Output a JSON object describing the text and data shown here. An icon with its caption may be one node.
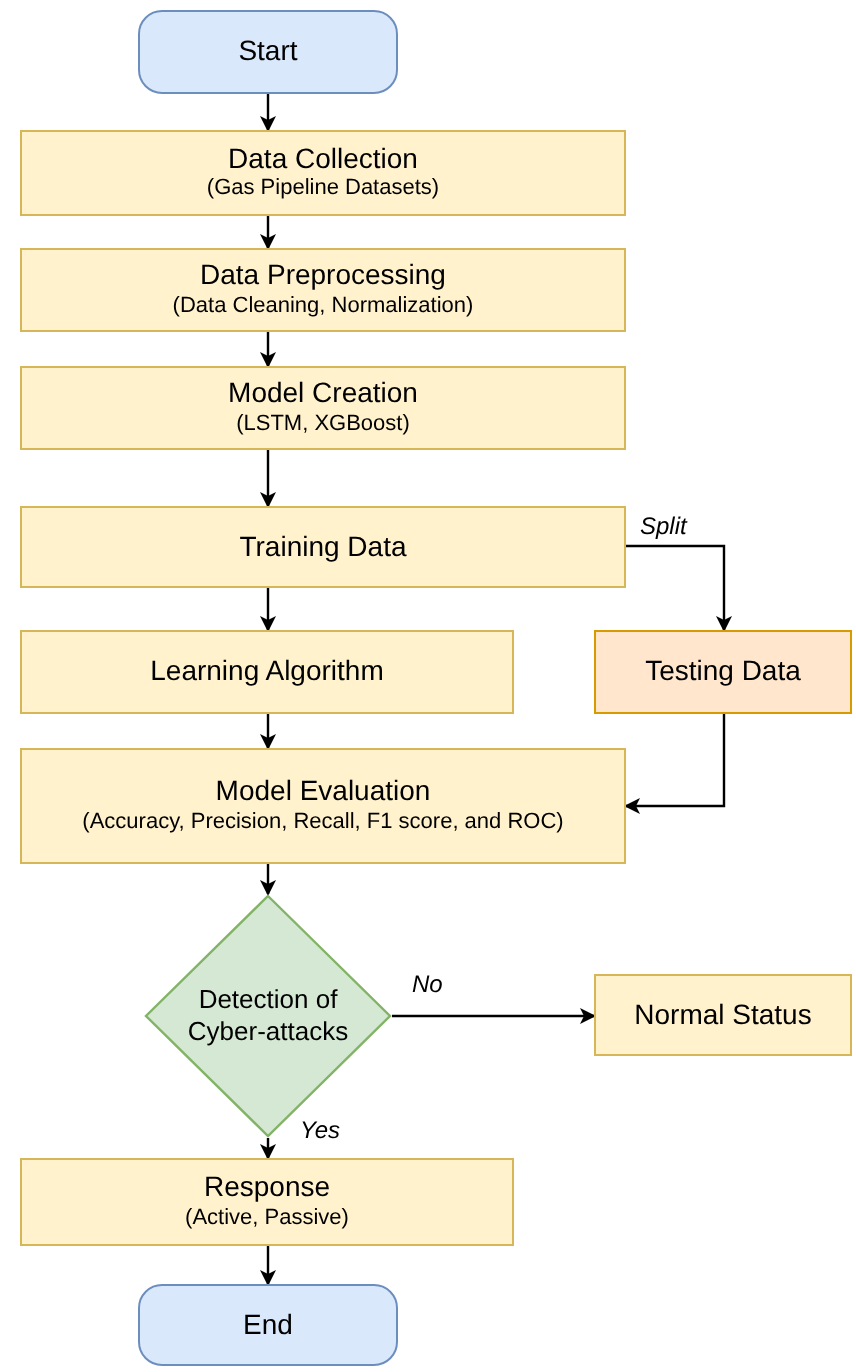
{
  "diagram": {
    "nodes": [
      {
        "text": [
          "Start"
        ]
      },
      {
        "text": [
          "Data Collection",
          "(Gas Pipeline Datasets)"
        ]
      },
      {
        "text": [
          "Data Preprocessing",
          "(Data Cleaning, Normalization)"
        ]
      },
      {
        "text": [
          "Model Creation",
          "(LSTM, XGBoost)"
        ]
      },
      {
        "text": [
          "Training Data"
        ]
      },
      {
        "text": [
          "Learning Algorithm"
        ]
      },
      {
        "text": [
          "Testing Data"
        ]
      },
      {
        "text": [
          "Model Evaluation",
          "(Accuracy, Precision, Recall, F1 score, and ROC)"
        ]
      },
      {
        "text": [
          "Detection of Cyber-attacks"
        ]
      },
      {
        "text": [
          "Normal Status"
        ]
      },
      {
        "text": [
          "Response",
          "(Active, Passive)"
        ]
      },
      {
        "text": [
          "End"
        ]
      }
    ],
    "edges": [
      {
        "from": 0,
        "to": 1,
        "arrow": "to"
      },
      {
        "from": 1,
        "to": 2,
        "arrow": "to"
      },
      {
        "from": 2,
        "to": 3,
        "arrow": "to"
      },
      {
        "from": 3,
        "to": 4,
        "arrow": "to"
      },
      {
        "from": 4,
        "to": 6,
        "arrow": "to",
        "label": "Split"
      },
      {
        "from": 4,
        "to": 5,
        "arrow": "to"
      },
      {
        "from": 5,
        "to": 7,
        "arrow": "to"
      },
      {
        "from": 6,
        "to": 7,
        "arrow": "to"
      },
      {
        "from": 7,
        "to": 8,
        "arrow": "to"
      },
      {
        "from": 8,
        "to": 9,
        "arrow": "to",
        "label": "No"
      },
      {
        "from": 8,
        "to": 10,
        "arrow": "to",
        "label": "Yes"
      },
      {
        "from": 10,
        "to": 11,
        "arrow": "to"
      }
    ]
  }
}
